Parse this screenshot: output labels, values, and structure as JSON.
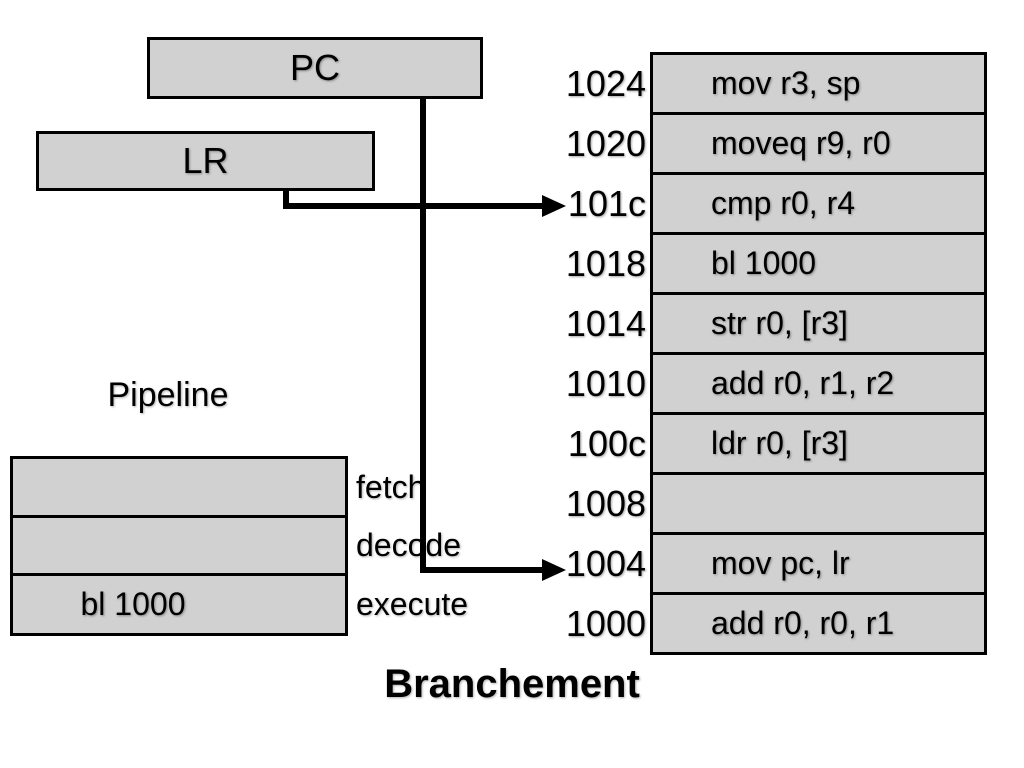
{
  "title": "Branchement",
  "registers": {
    "pc_label": "PC",
    "lr_label": "LR"
  },
  "pipeline": {
    "title": "Pipeline",
    "stages": [
      {
        "label": "fetch",
        "content": ""
      },
      {
        "label": "decode",
        "content": ""
      },
      {
        "label": "execute",
        "content": "bl 1000"
      }
    ]
  },
  "memory": {
    "rows": [
      {
        "address": "1024",
        "instruction": "mov r3, sp"
      },
      {
        "address": "1020",
        "instruction": "moveq r9, r0"
      },
      {
        "address": "101c",
        "instruction": "cmp r0, r4"
      },
      {
        "address": "1018",
        "instruction": "bl 1000"
      },
      {
        "address": "1014",
        "instruction": "str r0, [r3]"
      },
      {
        "address": "1010",
        "instruction": "add r0, r1, r2"
      },
      {
        "address": "100c",
        "instruction": "ldr r0, [r3]"
      },
      {
        "address": "1008",
        "instruction": ""
      },
      {
        "address": "1004",
        "instruction": "mov pc, lr"
      },
      {
        "address": "1000",
        "instruction": "add r0, r0, r1"
      }
    ]
  },
  "arrows": {
    "pc_target_address": "1004",
    "lr_target_address": "101c"
  },
  "colors": {
    "box_fill": "#d1d1d1",
    "line": "#000000",
    "background": "#ffffff"
  }
}
